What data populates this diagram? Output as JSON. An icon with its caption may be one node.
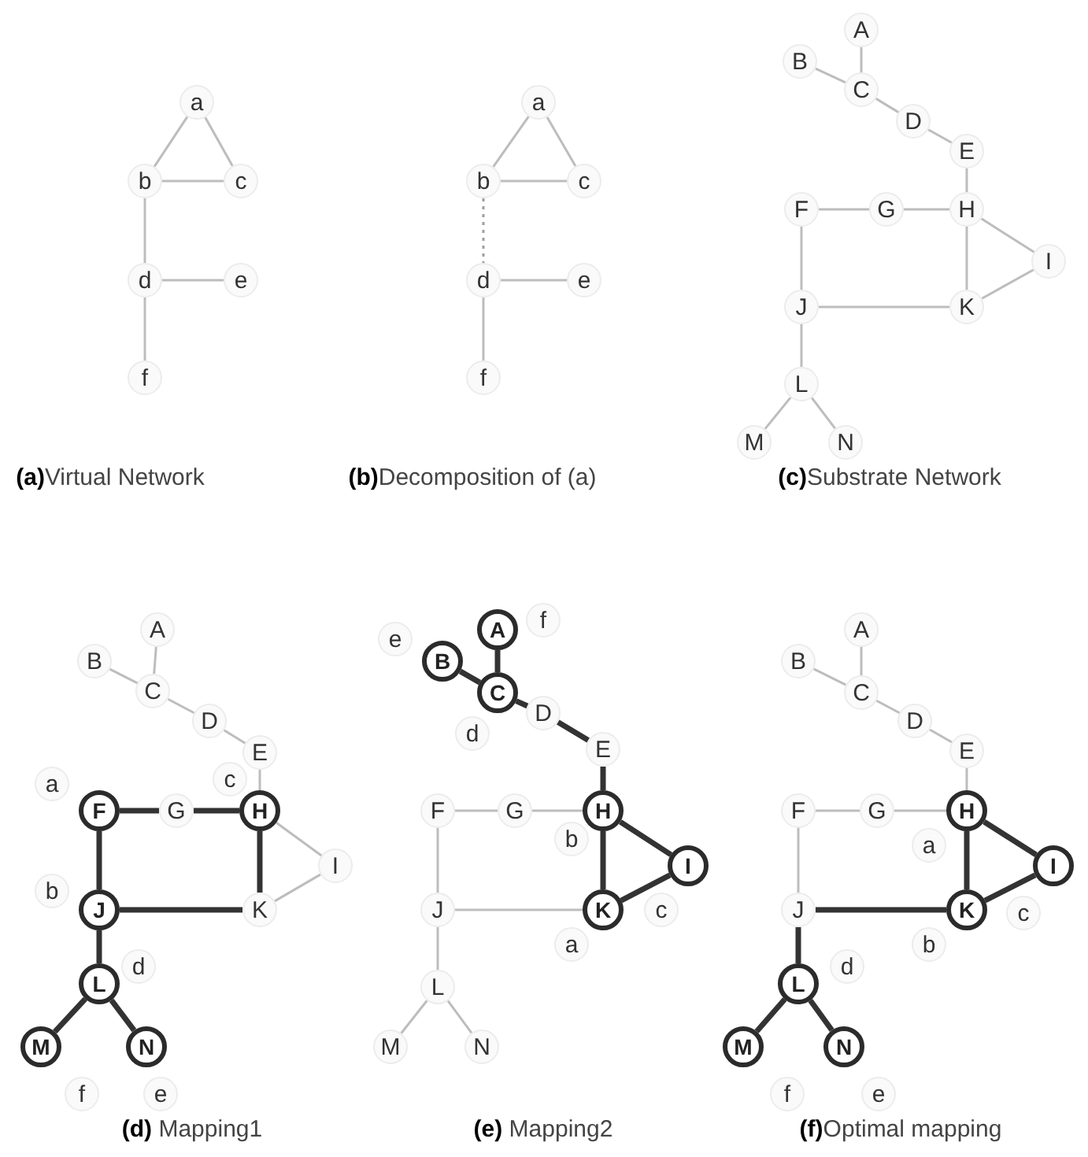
{
  "diagram": {
    "nodes": [
      {
        "text": [
          "a"
        ]
      },
      {
        "text": [
          "b"
        ]
      },
      {
        "text": [
          "c"
        ]
      },
      {
        "text": [
          "d"
        ]
      },
      {
        "text": [
          "e"
        ]
      },
      {
        "text": [
          "f"
        ]
      },
      {
        "text": [
          "a"
        ]
      },
      {
        "text": [
          "b"
        ]
      },
      {
        "text": [
          "c"
        ]
      },
      {
        "text": [
          "d"
        ]
      },
      {
        "text": [
          "e"
        ]
      },
      {
        "text": [
          "f"
        ]
      },
      {
        "text": [
          "A"
        ]
      },
      {
        "text": [
          "B"
        ]
      },
      {
        "text": [
          "C"
        ]
      },
      {
        "text": [
          "D"
        ]
      },
      {
        "text": [
          "E"
        ]
      },
      {
        "text": [
          "F"
        ]
      },
      {
        "text": [
          "G"
        ]
      },
      {
        "text": [
          "H"
        ]
      },
      {
        "text": [
          "I"
        ]
      },
      {
        "text": [
          "J"
        ]
      },
      {
        "text": [
          "K"
        ]
      },
      {
        "text": [
          "L"
        ]
      },
      {
        "text": [
          "M"
        ]
      },
      {
        "text": [
          "N"
        ]
      },
      {
        "text": [
          "A"
        ]
      },
      {
        "text": [
          "B"
        ]
      },
      {
        "text": [
          "C"
        ]
      },
      {
        "text": [
          "D"
        ]
      },
      {
        "text": [
          "E"
        ]
      },
      {
        "text": [
          "F"
        ]
      },
      {
        "text": [
          "G"
        ]
      },
      {
        "text": [
          "H"
        ]
      },
      {
        "text": [
          "I"
        ]
      },
      {
        "text": [
          "J"
        ]
      },
      {
        "text": [
          "K"
        ]
      },
      {
        "text": [
          "L"
        ]
      },
      {
        "text": [
          "M"
        ]
      },
      {
        "text": [
          "N"
        ]
      },
      {
        "text": [
          "a"
        ]
      },
      {
        "text": [
          "c"
        ]
      },
      {
        "text": [
          "b"
        ]
      },
      {
        "text": [
          "d"
        ]
      },
      {
        "text": [
          "f"
        ]
      },
      {
        "text": [
          "e"
        ]
      },
      {
        "text": [
          "A"
        ]
      },
      {
        "text": [
          "B"
        ]
      },
      {
        "text": [
          "C"
        ]
      },
      {
        "text": [
          "D"
        ]
      },
      {
        "text": [
          "E"
        ]
      },
      {
        "text": [
          "F"
        ]
      },
      {
        "text": [
          "G"
        ]
      },
      {
        "text": [
          "H"
        ]
      },
      {
        "text": [
          "I"
        ]
      },
      {
        "text": [
          "J"
        ]
      },
      {
        "text": [
          "K"
        ]
      },
      {
        "text": [
          "L"
        ]
      },
      {
        "text": [
          "M"
        ]
      },
      {
        "text": [
          "N"
        ]
      },
      {
        "text": [
          "f"
        ]
      },
      {
        "text": [
          "e"
        ]
      },
      {
        "text": [
          "d"
        ]
      },
      {
        "text": [
          "b"
        ]
      },
      {
        "text": [
          "c"
        ]
      },
      {
        "text": [
          "a"
        ]
      },
      {
        "text": [
          "A"
        ]
      },
      {
        "text": [
          "B"
        ]
      },
      {
        "text": [
          "C"
        ]
      },
      {
        "text": [
          "D"
        ]
      },
      {
        "text": [
          "E"
        ]
      },
      {
        "text": [
          "F"
        ]
      },
      {
        "text": [
          "G"
        ]
      },
      {
        "text": [
          "H"
        ]
      },
      {
        "text": [
          "I"
        ]
      },
      {
        "text": [
          "J"
        ]
      },
      {
        "text": [
          "K"
        ]
      },
      {
        "text": [
          "L"
        ]
      },
      {
        "text": [
          "M"
        ]
      },
      {
        "text": [
          "N"
        ]
      },
      {
        "text": [
          "a"
        ]
      },
      {
        "text": [
          "c"
        ]
      },
      {
        "text": [
          "b"
        ]
      },
      {
        "text": [
          "d"
        ]
      },
      {
        "text": [
          "f"
        ]
      },
      {
        "text": [
          "e"
        ]
      }
    ],
    "edges": [
      {
        "from": 0,
        "to": 1,
        "arrow": "none"
      },
      {
        "from": 0,
        "to": 2,
        "arrow": "none"
      },
      {
        "from": 1,
        "to": 2,
        "arrow": "none"
      },
      {
        "from": 1,
        "to": 3,
        "arrow": "none"
      },
      {
        "from": 3,
        "to": 4,
        "arrow": "none"
      },
      {
        "from": 3,
        "to": 5,
        "arrow": "none"
      },
      {
        "from": 6,
        "to": 7,
        "arrow": "none"
      },
      {
        "from": 6,
        "to": 8,
        "arrow": "none"
      },
      {
        "from": 7,
        "to": 8,
        "arrow": "none"
      },
      {
        "from": 7,
        "to": 9,
        "arrow": "none",
        "style": "dashed"
      },
      {
        "from": 9,
        "to": 10,
        "arrow": "none"
      },
      {
        "from": 9,
        "to": 11,
        "arrow": "none"
      },
      {
        "from": 12,
        "to": 14,
        "arrow": "none"
      },
      {
        "from": 13,
        "to": 14,
        "arrow": "none"
      },
      {
        "from": 14,
        "to": 15,
        "arrow": "none"
      },
      {
        "from": 15,
        "to": 16,
        "arrow": "none"
      },
      {
        "from": 16,
        "to": 19,
        "arrow": "none"
      },
      {
        "from": 17,
        "to": 18,
        "arrow": "none"
      },
      {
        "from": 18,
        "to": 19,
        "arrow": "none"
      },
      {
        "from": 19,
        "to": 20,
        "arrow": "none"
      },
      {
        "from": 19,
        "to": 22,
        "arrow": "none"
      },
      {
        "from": 20,
        "to": 22,
        "arrow": "none"
      },
      {
        "from": 17,
        "to": 21,
        "arrow": "none"
      },
      {
        "from": 21,
        "to": 22,
        "arrow": "none"
      },
      {
        "from": 21,
        "to": 23,
        "arrow": "none"
      },
      {
        "from": 23,
        "to": 24,
        "arrow": "none"
      },
      {
        "from": 23,
        "to": 25,
        "arrow": "none"
      },
      {
        "from": 26,
        "to": 28,
        "arrow": "none"
      },
      {
        "from": 27,
        "to": 28,
        "arrow": "none"
      },
      {
        "from": 28,
        "to": 29,
        "arrow": "none"
      },
      {
        "from": 29,
        "to": 30,
        "arrow": "none"
      },
      {
        "from": 30,
        "to": 33,
        "arrow": "none"
      },
      {
        "from": 31,
        "to": 32,
        "arrow": "none",
        "style": "thick",
        "color": "#333333"
      },
      {
        "from": 32,
        "to": 33,
        "arrow": "none",
        "style": "thick",
        "color": "#333333"
      },
      {
        "from": 33,
        "to": 34,
        "arrow": "none"
      },
      {
        "from": 33,
        "to": 36,
        "arrow": "none",
        "style": "thick",
        "color": "#333333"
      },
      {
        "from": 34,
        "to": 36,
        "arrow": "none"
      },
      {
        "from": 31,
        "to": 35,
        "arrow": "none",
        "style": "thick",
        "color": "#333333"
      },
      {
        "from": 35,
        "to": 36,
        "arrow": "none",
        "style": "thick",
        "color": "#333333"
      },
      {
        "from": 35,
        "to": 37,
        "arrow": "none",
        "style": "thick",
        "color": "#333333"
      },
      {
        "from": 37,
        "to": 38,
        "arrow": "none",
        "style": "thick",
        "color": "#333333"
      },
      {
        "from": 37,
        "to": 39,
        "arrow": "none",
        "style": "thick",
        "color": "#333333"
      },
      {
        "from": 46,
        "to": 48,
        "arrow": "none",
        "style": "thick",
        "color": "#333333"
      },
      {
        "from": 47,
        "to": 48,
        "arrow": "none",
        "style": "thick",
        "color": "#333333"
      },
      {
        "from": 48,
        "to": 49,
        "arrow": "none",
        "style": "thick",
        "color": "#333333"
      },
      {
        "from": 49,
        "to": 50,
        "arrow": "none",
        "style": "thick",
        "color": "#333333"
      },
      {
        "from": 50,
        "to": 53,
        "arrow": "none",
        "style": "thick",
        "color": "#333333"
      },
      {
        "from": 51,
        "to": 52,
        "arrow": "none"
      },
      {
        "from": 52,
        "to": 53,
        "arrow": "none"
      },
      {
        "from": 53,
        "to": 54,
        "arrow": "none",
        "style": "thick",
        "color": "#333333"
      },
      {
        "from": 53,
        "to": 56,
        "arrow": "none",
        "style": "thick",
        "color": "#333333"
      },
      {
        "from": 54,
        "to": 56,
        "arrow": "none",
        "style": "thick",
        "color": "#333333"
      },
      {
        "from": 51,
        "to": 55,
        "arrow": "none"
      },
      {
        "from": 55,
        "to": 56,
        "arrow": "none"
      },
      {
        "from": 55,
        "to": 57,
        "arrow": "none"
      },
      {
        "from": 57,
        "to": 58,
        "arrow": "none"
      },
      {
        "from": 57,
        "to": 59,
        "arrow": "none"
      },
      {
        "from": 66,
        "to": 68,
        "arrow": "none"
      },
      {
        "from": 67,
        "to": 68,
        "arrow": "none"
      },
      {
        "from": 68,
        "to": 69,
        "arrow": "none"
      },
      {
        "from": 69,
        "to": 70,
        "arrow": "none"
      },
      {
        "from": 70,
        "to": 73,
        "arrow": "none"
      },
      {
        "from": 71,
        "to": 72,
        "arrow": "none"
      },
      {
        "from": 72,
        "to": 73,
        "arrow": "none"
      },
      {
        "from": 73,
        "to": 74,
        "arrow": "none",
        "style": "thick",
        "color": "#333333"
      },
      {
        "from": 73,
        "to": 76,
        "arrow": "none",
        "style": "thick",
        "color": "#333333"
      },
      {
        "from": 74,
        "to": 76,
        "arrow": "none",
        "style": "thick",
        "color": "#333333"
      },
      {
        "from": 71,
        "to": 75,
        "arrow": "none"
      },
      {
        "from": 75,
        "to": 76,
        "arrow": "none",
        "style": "thick",
        "color": "#333333"
      },
      {
        "from": 75,
        "to": 77,
        "arrow": "none",
        "style": "thick",
        "color": "#333333"
      },
      {
        "from": 77,
        "to": 78,
        "arrow": "none",
        "style": "thick",
        "color": "#333333"
      },
      {
        "from": 77,
        "to": 79,
        "arrow": "none",
        "style": "thick",
        "color": "#333333"
      }
    ],
    "labels": [
      "**(a)**Virtual Network",
      "**(b)**Decomposition of (a)",
      "**(c)**Substrate Network",
      "**(d)** Mapping1",
      "**(e)** Mapping2",
      "**(f)**Optimal mapping"
    ]
  }
}
